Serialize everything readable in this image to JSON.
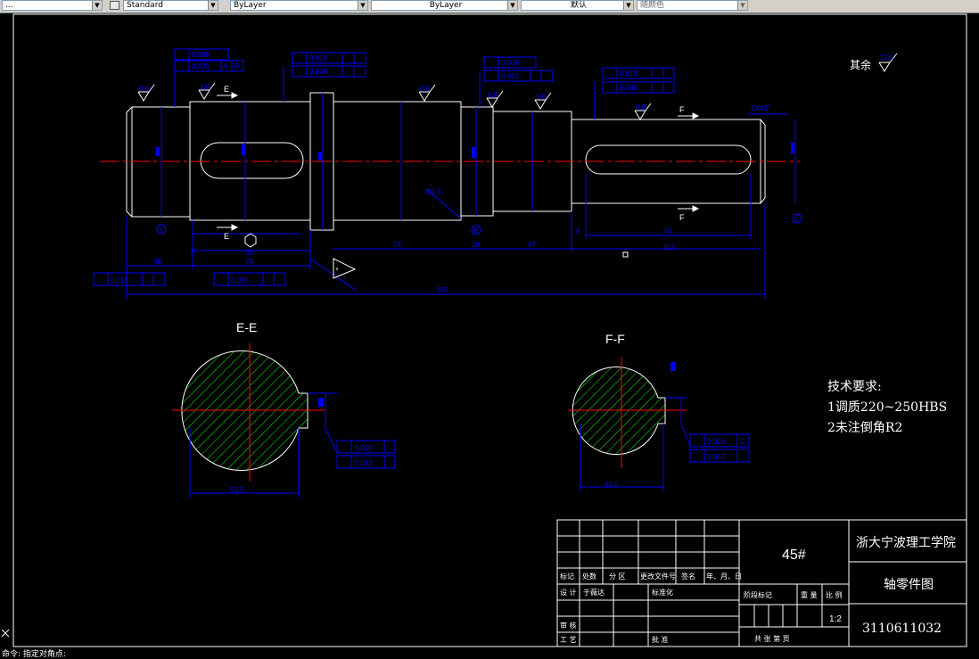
{
  "toolbar": {
    "textstyle_value": "...",
    "dimstyle_value": "Standard",
    "layer_value": "ByLayer",
    "linetype_value": "ByLayer",
    "lineweight_value": "默认",
    "plotstyle_value": "随颜色"
  },
  "drawing": {
    "roughness_other": "其余",
    "roughness_other_val": "12.5",
    "section_e": "E-E",
    "section_f": "F-F",
    "tech_title": "技术要求:",
    "tech_1": "1调质220~250HBS",
    "tech_2": "2未注倒角R2",
    "chamfer": "2X45°",
    "dims": {
      "d38": "38",
      "d8": "8",
      "d74": "74",
      "d50": "50",
      "d74b": "74",
      "d18": "18",
      "d47": "47",
      "d8b": "8",
      "d94": "94",
      "d112": "112",
      "d305": "305",
      "e_width": "53.5",
      "f_width": "44.5",
      "r1": "R1.5"
    },
    "tolerances": {
      "t1a": "0.008",
      "t1b": "0.025",
      "t2a": "0.015",
      "t2b": "0.040",
      "t3a": "0.008",
      "t3b": "0.025",
      "t4a": "0.015",
      "t4b": "0.040",
      "t5": "0.015",
      "t6": "0.015",
      "te1": "0.020",
      "te2": "0.012",
      "tf1": "0.020",
      "tf2": "0.012",
      "ref_a": "A",
      "ref_b": "B",
      "ref_c": "C"
    },
    "roughness": {
      "r08": "0.8",
      "r16": "1.6"
    },
    "labels": {
      "e": "E",
      "f": "F",
      "a": "A",
      "b": "B",
      "c": "C"
    }
  },
  "title_block": {
    "material": "45#",
    "school": "浙大宁波理工学院",
    "part_name": "轴零件图",
    "drawing_no": "3110611032",
    "scale": "1:2",
    "col_mark": "标记",
    "col_count": "处数",
    "col_zone": "分 区",
    "col_doc": "更改文件号",
    "col_sign": "签名",
    "col_date": "年、月、日",
    "design": "设  计",
    "designer": "于薇达",
    "standardize": "标准化",
    "review": "审  核",
    "craft": "工  艺",
    "approve": "批  准",
    "stage": "阶段标记",
    "weight": "重  量",
    "ratio": "比  例",
    "sheets": "共    张    第    页"
  },
  "status": {
    "command": "命令: 指定对角点:"
  }
}
